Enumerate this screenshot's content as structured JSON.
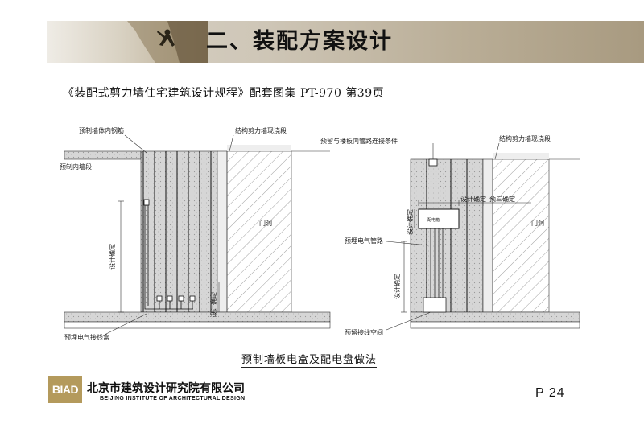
{
  "header": {
    "title": "二、装配方案设计"
  },
  "subtitle": "《装配式剪力墙住宅建筑设计规程》配套图集 PT-970 第39页",
  "figures": {
    "left": {
      "label_precast_rebar": "预制墙体内钢筋",
      "label_structural_wall": "结构剪力墙现浇段",
      "label_precast_inner_wall": "预制内墙段",
      "label_design_height": "设计确定",
      "label_door_opening": "门洞",
      "label_junction_box": "预埋电气接线盒",
      "label_design_vertical": "设计确定"
    },
    "right": {
      "label_conduit_connector": "预留与楼板内管路连接条件",
      "label_structural_wall": "结构剪力墙现浇段",
      "label_design_width": "设计确定",
      "label_width_fixed": "预三确定",
      "label_design_height": "设计确定",
      "label_panel_box": "配电箱",
      "label_door_opening": "门洞",
      "label_conduit": "预埋电气管路",
      "label_design_vertical": "设计确定",
      "label_wiring_space": "预留接线空间"
    }
  },
  "caption": "预制墙板电盒及配电盘做法",
  "footer": {
    "logo": "BIAD",
    "company_cn": "北京市建筑设计研究院有限公司",
    "company_en": "BEIJING INSTITUTE OF ARCHITECTURAL DESIGN",
    "page": "P 24"
  }
}
